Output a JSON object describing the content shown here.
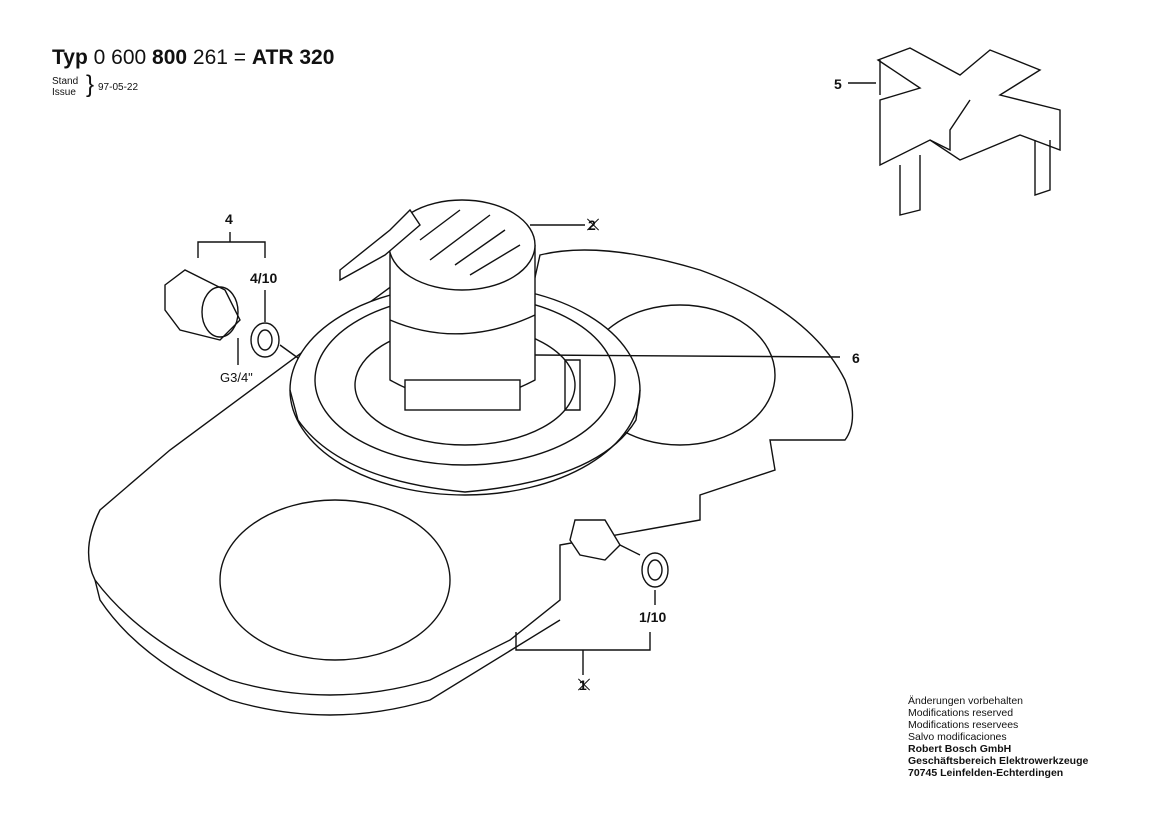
{
  "header": {
    "typ_label": "Typ",
    "part_prefix": "0 600",
    "part_mid": "800",
    "part_suffix": "261 =",
    "model": "ATR 320",
    "stand_label": "Stand",
    "issue_label": "Issue",
    "date": "97-05-22"
  },
  "callouts": {
    "p5": "5",
    "p4": "4",
    "p4_10": "4/10",
    "thread": "G3/4\"",
    "p6": "6",
    "p1_10": "1/10",
    "p2_crossed": "2",
    "p1_crossed": "1"
  },
  "footer": {
    "lines": [
      "Änderungen vorbehalten",
      "Modifications reserved",
      "Modifications reservees",
      "Salvo modificaciones"
    ],
    "company": "Robert Bosch GmbH",
    "division": "Geschäftsbereich Elektrowerkzeuge",
    "address": "70745 Leinfelden-Echterdingen"
  }
}
